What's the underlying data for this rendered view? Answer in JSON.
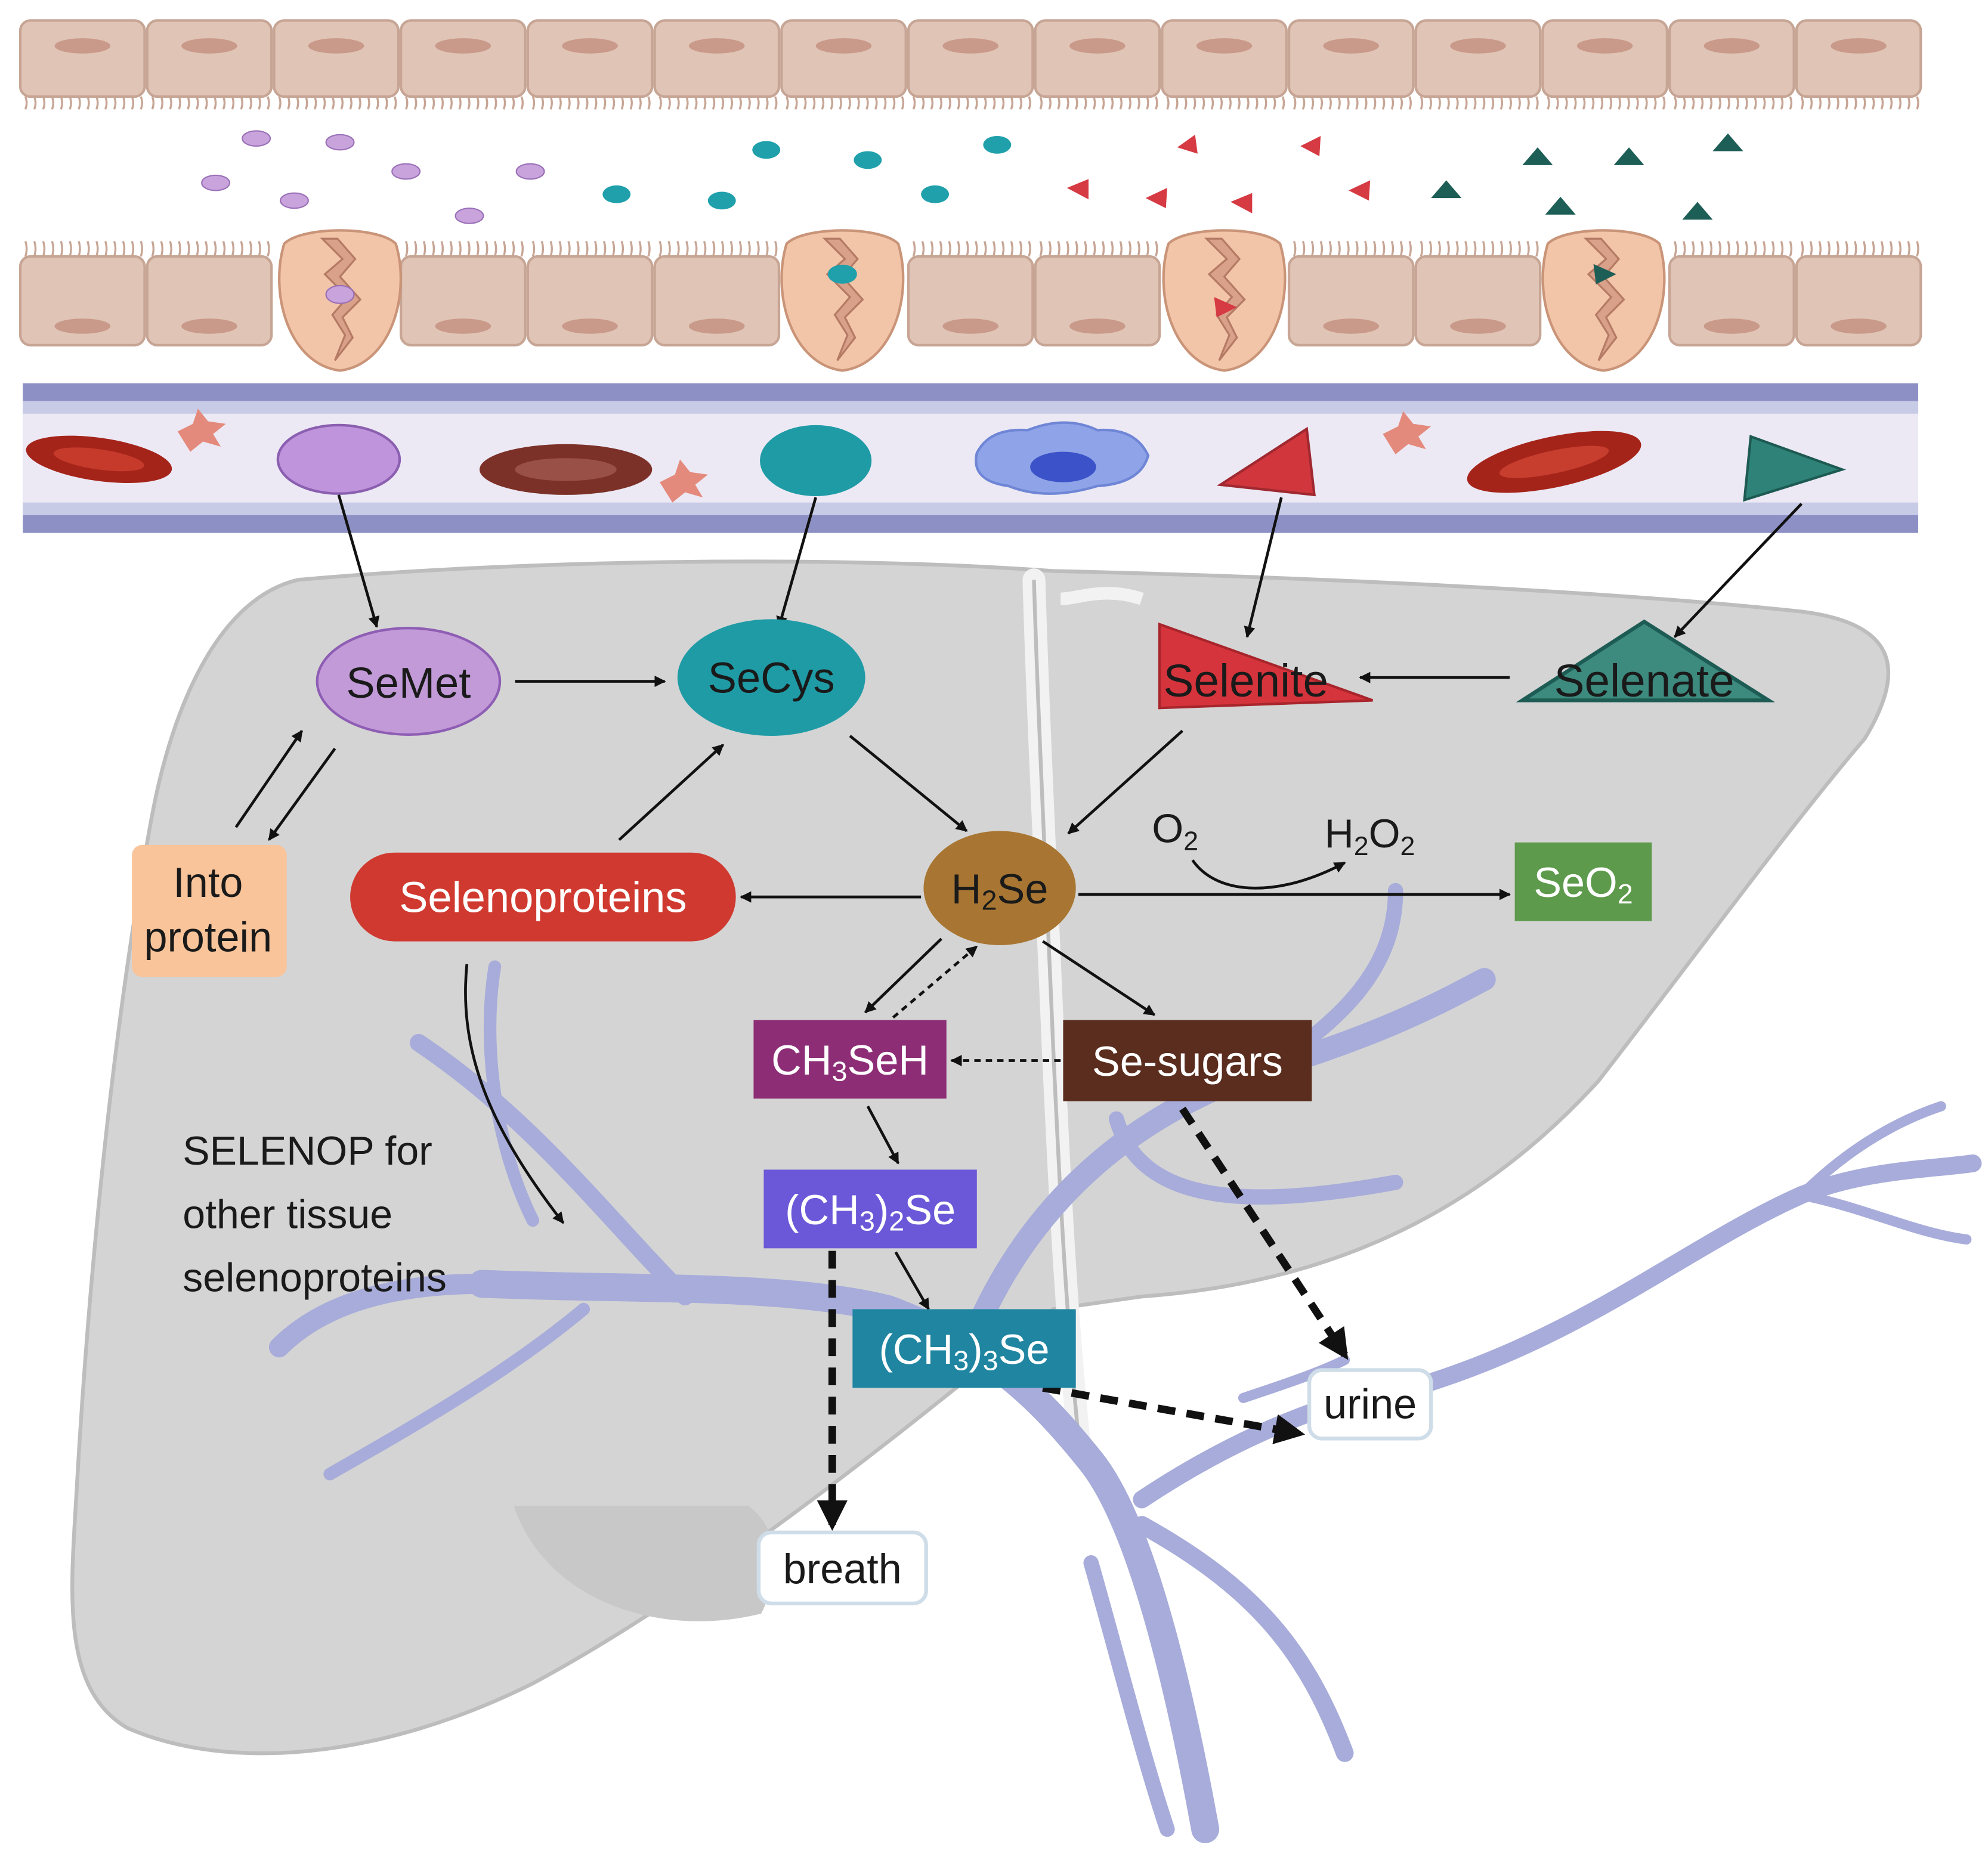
{
  "nodes": {
    "semet": "SeMet",
    "secys": "SeCys",
    "selenite": "Selenite",
    "selenate": "Selenate",
    "into_protein_l1": "Into",
    "into_protein_l2": "protein",
    "selenoproteins": "Selenoproteins",
    "h2se": {
      "main": "H",
      "sub": "2",
      "tail": "Se"
    },
    "o2": {
      "main": "O",
      "sub": "2"
    },
    "h2o2": {
      "a": "H",
      "sub1": "2",
      "b": "O",
      "sub2": "2"
    },
    "seo2": {
      "main": "SeO",
      "sub": "2"
    },
    "ch3seh": {
      "a": "CH",
      "sub": "3",
      "b": "SeH"
    },
    "sesugars": "Se-sugars",
    "ch3_2se": {
      "a": "(CH",
      "sub1": "3",
      "b": ")",
      "sub2": "2",
      "c": "Se"
    },
    "ch3_3se": {
      "a": "(CH",
      "sub1": "3",
      "b": ")",
      "sub2": "3",
      "c": "Se"
    },
    "urine": "urine",
    "breath": "breath"
  },
  "selenop_note": [
    "SELENOP for",
    "other tissue",
    "selenoproteins"
  ],
  "colors": {
    "semet": "#b48bd0",
    "secys": "#1f9ba6",
    "selenite": "#d13c44",
    "selenate": "#3f8a80",
    "selenate_dark": "#1d6158",
    "into_protein": "#f9c49a",
    "selenoproteins": "#d0392f",
    "h2se": "#a97631",
    "seo2": "#5c9a4c",
    "ch3seh": "#8e2e78",
    "sesugars": "#5a2e1f",
    "ch3_2se": "#6a5ad6",
    "ch3_3se": "#1e85a0",
    "liver": "#d3d3d3",
    "vessel": "#a4a8d6",
    "epithelium": "#e0c4b6"
  }
}
